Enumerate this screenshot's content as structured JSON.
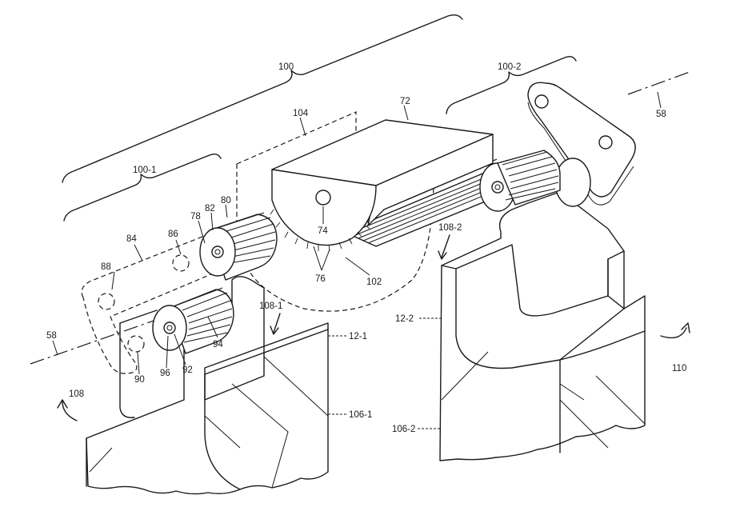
{
  "labels": {
    "r100": "100",
    "r100_1": "100-1",
    "r100_2": "100-2",
    "r104": "104",
    "r72": "72",
    "r58_right": "58",
    "r58_left": "58",
    "r80": "80",
    "r82": "82",
    "r78": "78",
    "r84": "84",
    "r86": "86",
    "r88": "88",
    "r74": "74",
    "r76": "76",
    "r102": "102",
    "r108_2": "108-2",
    "r108_1": "108-1",
    "r12_1": "12-1",
    "r12_2": "12-2",
    "r94": "94",
    "r96": "96",
    "r92": "92",
    "r90": "90",
    "r108": "108",
    "r106_1": "106-1",
    "r106_2": "106-2",
    "r110": "110"
  }
}
